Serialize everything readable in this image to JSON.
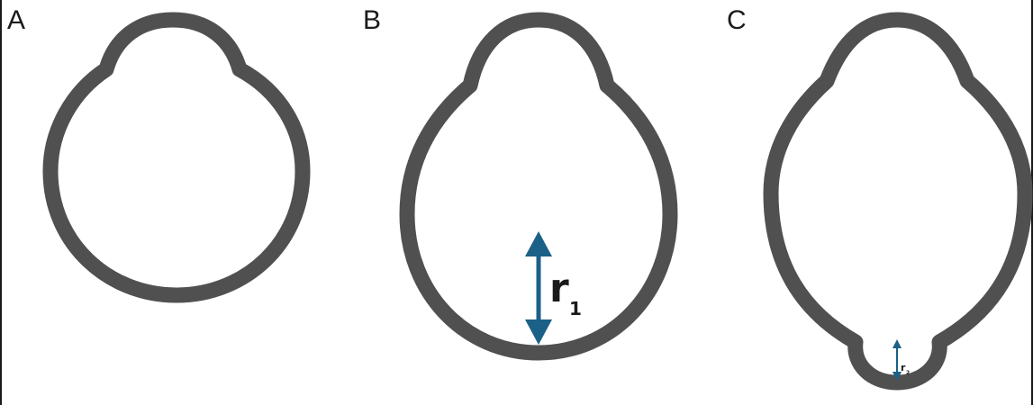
{
  "panels": [
    {
      "id": "A",
      "label": "A"
    },
    {
      "id": "B",
      "label": "B",
      "radius_label": {
        "main": "r",
        "sub": "1"
      }
    },
    {
      "id": "C",
      "label": "C",
      "radius_label": {
        "main": "r",
        "sub": "2"
      }
    }
  ],
  "colors": {
    "outline": "#505050",
    "arrow": "#1b6086",
    "text": "#1a1a1a"
  }
}
